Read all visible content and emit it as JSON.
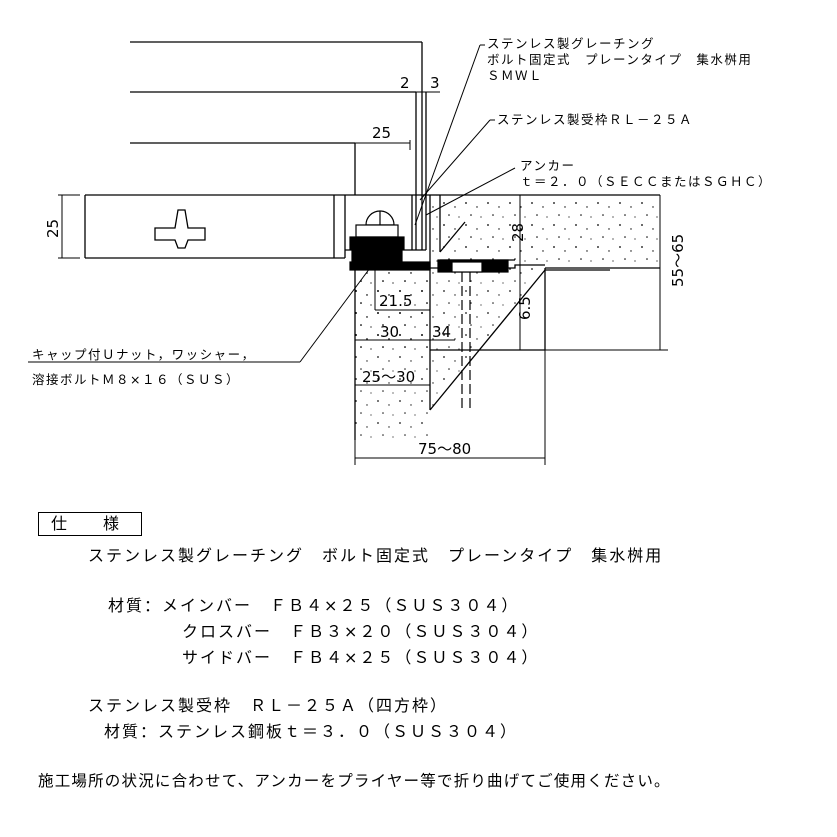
{
  "labels": {
    "grating_line1": "ステンレス製グレーチング",
    "grating_line2": "ボルト固定式　プレーンタイプ　集水桝用",
    "grating_line3": "ＳＭＷＬ",
    "frame": "ステンレス製受枠ＲＬ－２５Ａ",
    "anchor_line1": "アンカー",
    "anchor_line2": "ｔ＝２．０（ＳＥＣＣまたはＳＧＨＣ）",
    "nut_line1": "キャップ付Ｕナット，ワッシャー，",
    "nut_line2": "溶接ボルトＭ８×１６（ＳＵＳ）"
  },
  "dimensions": {
    "d2": "2",
    "d3": "3",
    "d25_top": "25",
    "d25_left": "25",
    "d28": "28",
    "d55_65": "55～65",
    "d21_5": "21.5",
    "d6_5": "6.5",
    "d30": "30",
    "d34": "34",
    "d25_30": "25～30",
    "d75_80": "75～80"
  },
  "spec": {
    "header": "仕　様",
    "product": "ステンレス製グレーチング　ボルト固定式　プレーンタイプ　集水桝用",
    "material_main": "材質：メインバー　ＦＢ４×２５（ＳＵＳ３０４）",
    "material_cross": "クロスバー　ＦＢ３×２０（ＳＵＳ３０４）",
    "material_side": "サイドバー　ＦＢ４×２５（ＳＵＳ３０４）",
    "frame_title": "ステンレス製受枠　ＲＬ－２５Ａ（四方枠）",
    "frame_material": "材質：ステンレス鋼板ｔ＝３．０（ＳＵＳ３０４）",
    "note": "施工場所の状況に合わせて、アンカーをプライヤー等で折り曲げてご使用ください。"
  }
}
